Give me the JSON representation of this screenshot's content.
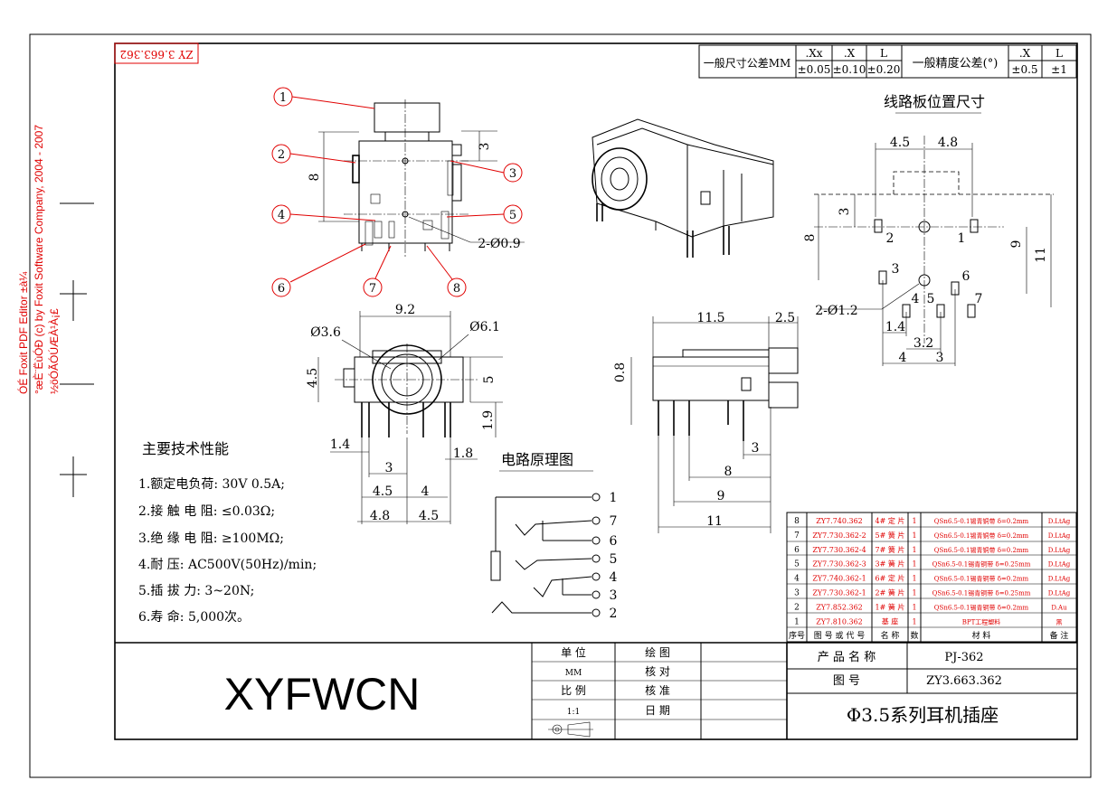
{
  "frame": {
    "stamp": "ZY 3.663.362",
    "watermark": [
      "ÓÉ Foxit PDF Editor ±à¼­",
      "°æÈ¨ËùÓÐ (c) by Foxit Software Company, 2004 - 2007",
      "½öÓÃÓÚÆÀ¹À¡£"
    ]
  },
  "tolerance": {
    "size_label": "一般尺寸公差MM",
    "size_cols": [
      ".Xx",
      ".X",
      "L"
    ],
    "size_vals": [
      "±0.05",
      "±0.10",
      "±0.20"
    ],
    "angle_label": "一般精度公差(°)",
    "angle_cols": [
      ".X",
      "L"
    ],
    "angle_vals": [
      "±0.5",
      "±1"
    ]
  },
  "front_view": {
    "callouts": [
      "1",
      "2",
      "3",
      "4",
      "5",
      "6",
      "7",
      "8"
    ],
    "dims": {
      "d8": "8",
      "d3": "3",
      "hole": "2-Ø0.9"
    }
  },
  "bottom_view": {
    "dims": {
      "w": "9.2",
      "dia1": "Ø3.6",
      "dia2": "Ø6.1",
      "h45": "4.5",
      "h5": "5",
      "h19": "1.9",
      "l14": "1.4",
      "l18": "1.8",
      "l3": "3",
      "l45a": "4.5",
      "l4": "4",
      "l48": "4.8",
      "l45b": "4.5"
    }
  },
  "side_view": {
    "dims": {
      "l115": "11.5",
      "l25": "2.5",
      "h08": "0.8",
      "d3": "3",
      "d8": "8",
      "d9": "9",
      "d11": "11"
    }
  },
  "pcb": {
    "title": "线路板位置尺寸",
    "dims": {
      "a": "4.5",
      "b": "4.8",
      "c": "3",
      "d": "8",
      "e": "9",
      "f": "11",
      "g": "1.4",
      "h": "3.2",
      "i": "4",
      "j": "3",
      "hole": "2-Ø1.2"
    },
    "pins": [
      "2",
      "1",
      "3",
      "6",
      "4",
      "5",
      "7"
    ]
  },
  "specs": {
    "title": "主要技术性能",
    "items": [
      "1.额定电负荷:  30V 0.5A;",
      "2.接 触 电 阻: ≤0.03Ω;",
      "3.绝 缘 电 阻: ≥100MΩ;",
      "4.耐      压: AC500V(50Hz)/min;",
      "5.插  拔   力: 3~20N;",
      "6.寿      命: 5,000次。"
    ]
  },
  "circuit": {
    "title": "电路原理图",
    "pins": [
      "1",
      "7",
      "6",
      "5",
      "4",
      "3",
      "2"
    ]
  },
  "bom": {
    "headers": [
      "序号",
      "图 号 或 代 号",
      "名 称",
      "数",
      "材          料",
      "备 注"
    ],
    "rows": [
      [
        "8",
        "ZY7.740.362",
        "4# 定 片",
        "1",
        "QSn6.5-0.1锡青铜带 δ=0.2mm",
        "D.LtAg"
      ],
      [
        "7",
        "ZY7.730.362-2",
        "5# 簧 片",
        "1",
        "QSn6.5-0.1锡青铜带 δ=0.2mm",
        "D.LtAg"
      ],
      [
        "6",
        "ZY7.730.362-4",
        "7# 簧 片",
        "1",
        "QSn6.5-0.1锡青铜带 δ=0.2mm",
        "D.LtAg"
      ],
      [
        "5",
        "ZY7.730.362-3",
        "3# 簧 片",
        "1",
        "QSn6.5-0.1锡青铜带 δ=0.25mm",
        "D.LtAg"
      ],
      [
        "4",
        "ZY7.740.362-1",
        "6# 定 片",
        "1",
        "QSn6.5-0.1锡青铜带 δ=0.2mm",
        "D.LtAg"
      ],
      [
        "3",
        "ZY7.730.362-1",
        "2# 簧 片",
        "1",
        "QSn6.5-0.1锡青铜带 δ=0.25mm",
        "D.LtAg"
      ],
      [
        "2",
        "ZY7.852.362",
        "1# 簧 片",
        "1",
        "QSn6.5-0.1锡青铜带 δ=0.2mm",
        "D.Au"
      ],
      [
        "1",
        "ZY7.810.362",
        "基    座",
        "1",
        "BPT工程塑料",
        "黑"
      ]
    ]
  },
  "titleblock": {
    "company": "XYFWCN",
    "labels": [
      "单    位",
      "MM",
      "比    例",
      "1:1"
    ],
    "labels2": [
      "绘    图",
      "核    对",
      "核    准",
      "日    期"
    ],
    "product_label": "产 品 名 称",
    "product_value": "PJ-362",
    "drawing_label": "图        号",
    "drawing_value": "ZY3.663.362",
    "name": "Φ3.5系列耳机插座"
  }
}
